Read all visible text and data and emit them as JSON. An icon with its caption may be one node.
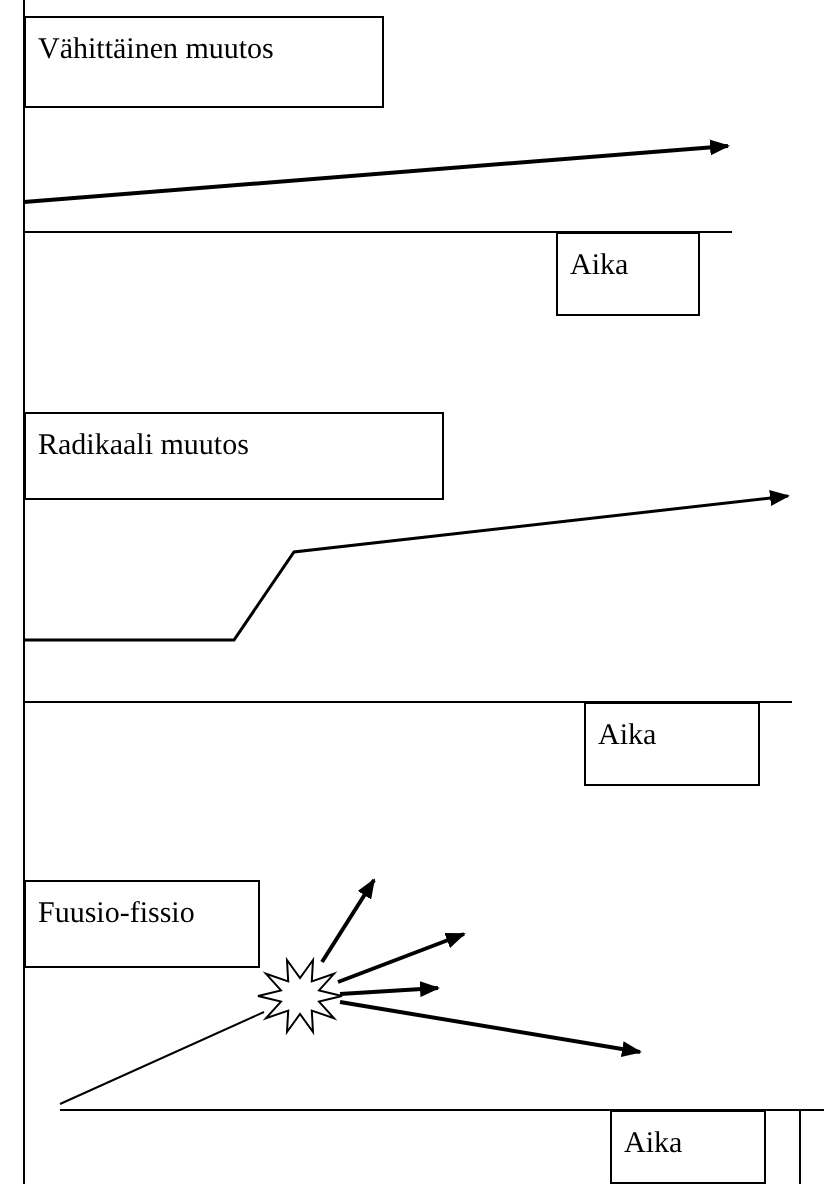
{
  "diagram": {
    "nodes": [
      {
        "text": [
          "Vähittäinen muutos"
        ]
      },
      {
        "text": [
          "Aika"
        ]
      },
      {
        "text": [
          "Radikaali muutos"
        ]
      },
      {
        "text": [
          "Aika"
        ]
      },
      {
        "text": [
          "Fuusio-fissio"
        ]
      },
      {
        "text": [
          "Aika"
        ]
      },
      {
        "text": [],
        "shape": "star"
      }
    ],
    "edges": [
      {
        "from": null,
        "to": 6,
        "arrow": "none"
      },
      {
        "from": 6,
        "to": null,
        "arrow": "to"
      },
      {
        "from": 6,
        "to": null,
        "arrow": "to"
      },
      {
        "from": 6,
        "to": null,
        "arrow": "to"
      },
      {
        "from": 6,
        "to": null,
        "arrow": "to"
      }
    ]
  }
}
